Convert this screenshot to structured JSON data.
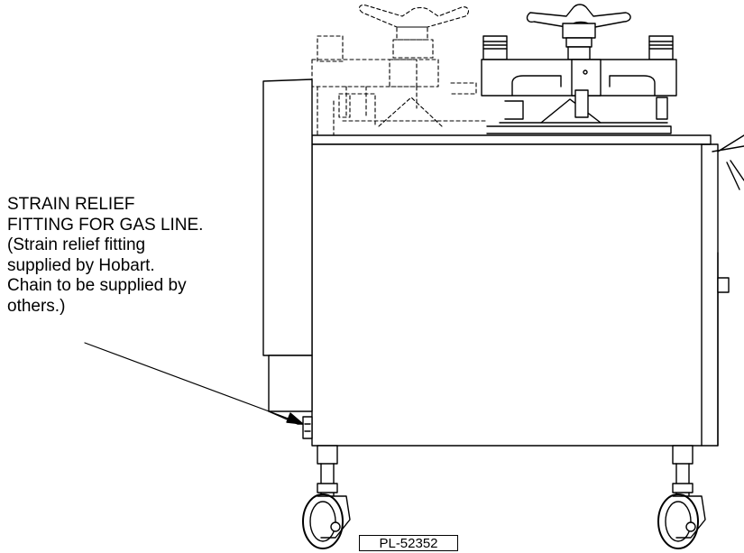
{
  "callout": {
    "lines": [
      "STRAIN RELIEF",
      "FITTING FOR GAS LINE.",
      "(Strain relief fitting",
      "supplied by Hobart.",
      "Chain to be supplied by",
      "others.)"
    ]
  },
  "figure_id": "PL-52352"
}
